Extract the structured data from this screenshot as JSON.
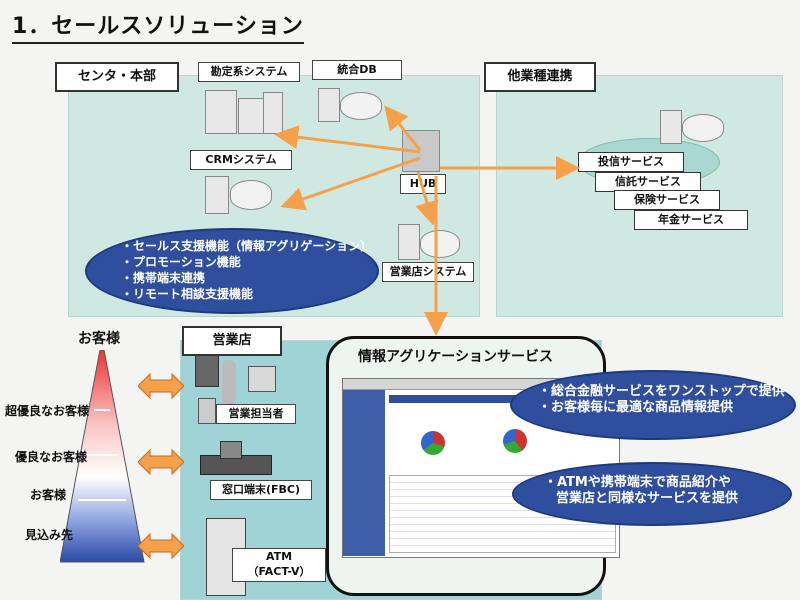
{
  "title": "1．セールスソリューション",
  "center": {
    "tag": "センタ・本部",
    "systems": {
      "accounting": "勘定系システム",
      "integrated_db": "統合DB",
      "crm": "CRMシステム",
      "hub": "HUB",
      "branch_system": "営業店システム"
    },
    "features": [
      "・セールス支援機能（情報アグリゲーション）",
      "・プロモーション機能",
      "・携帯端末連携",
      "・リモート相談支援機能"
    ]
  },
  "partners": {
    "tag": "他業種連携",
    "services": [
      "投信サービス",
      "信託サービス",
      "保険サービス",
      "年金サービス"
    ]
  },
  "customers": {
    "heading": "お客様",
    "tiers": [
      "超優良なお客様",
      "優良なお客様",
      "お客様",
      "見込み先"
    ]
  },
  "branch": {
    "tag": "営業店",
    "channels": {
      "staff": "営業担当者",
      "window": "窓口端末(FBC)",
      "atm_line1": "ATM",
      "atm_line2": "（FACT-V）"
    }
  },
  "info_service": {
    "title": "情報アグリケーションサービス",
    "bubble1": [
      "・総合金融サービスをワンストップで提供",
      "・お客様毎に最適な商品情報提供"
    ],
    "bubble2": [
      "・ATMや携帯端末で商品紹介や",
      "営業店と同様なサービスを提供"
    ]
  },
  "colors": {
    "arrow": "#f5a04a",
    "ellipse": "#2f4f9e",
    "panel": "#cfe9e2"
  }
}
